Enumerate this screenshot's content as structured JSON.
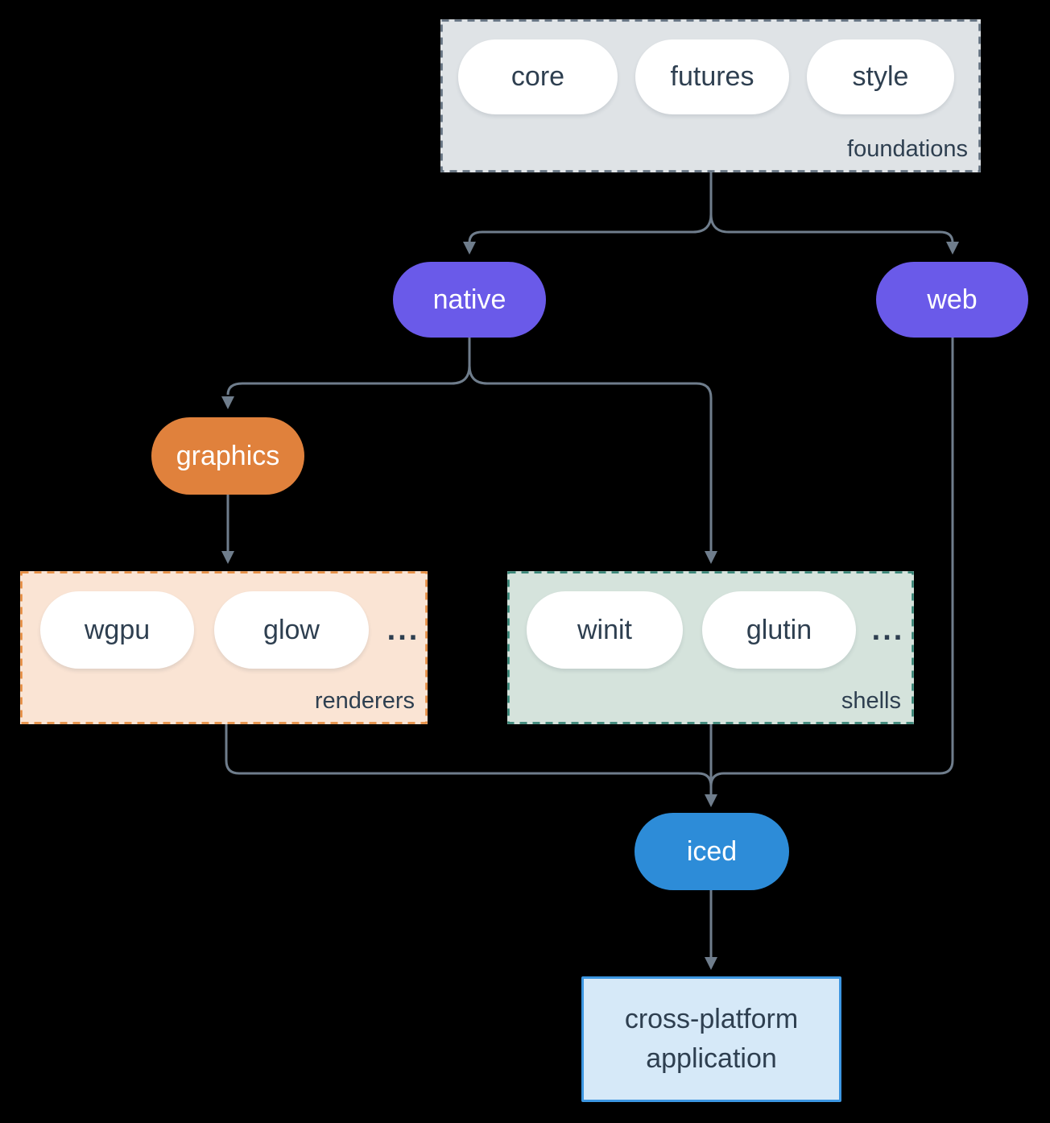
{
  "diagram": {
    "background_color": "#000000",
    "edge_color": "#6F7D8C",
    "text_color": "#2E3F50",
    "groups": {
      "foundations": {
        "label": "foundations",
        "fill": "#DFE3E6",
        "border_color": "#5C6B7A",
        "border_style": "dashed",
        "items": [
          "core",
          "futures",
          "style"
        ]
      },
      "renderers": {
        "label": "renderers",
        "fill": "#FAE4D4",
        "border_color": "#E5893B",
        "border_style": "dashed",
        "items": [
          "wgpu",
          "glow"
        ],
        "more": "..."
      },
      "shells": {
        "label": "shells",
        "fill": "#D5E3DC",
        "border_color": "#2E7F70",
        "border_style": "dashed",
        "items": [
          "winit",
          "glutin"
        ],
        "more": "..."
      }
    },
    "nodes": {
      "native": {
        "label": "native",
        "fill": "#6A5AE9",
        "text": "#FFFFFF"
      },
      "web": {
        "label": "web",
        "fill": "#6A5AE9",
        "text": "#FFFFFF"
      },
      "graphics": {
        "label": "graphics",
        "fill": "#E0813C",
        "text": "#FFFFFF"
      },
      "iced": {
        "label": "iced",
        "fill": "#2D8CD8",
        "text": "#FFFFFF"
      },
      "application": {
        "label_line1": "cross-platform",
        "label_line2": "application",
        "fill": "#D6E9F8",
        "border_color": "#3C96E1"
      }
    },
    "edges": [
      "foundations -> native",
      "foundations -> web",
      "native -> graphics",
      "native -> shells",
      "graphics -> renderers",
      "renderers -> iced",
      "shells -> iced",
      "web -> iced",
      "iced -> application"
    ]
  }
}
